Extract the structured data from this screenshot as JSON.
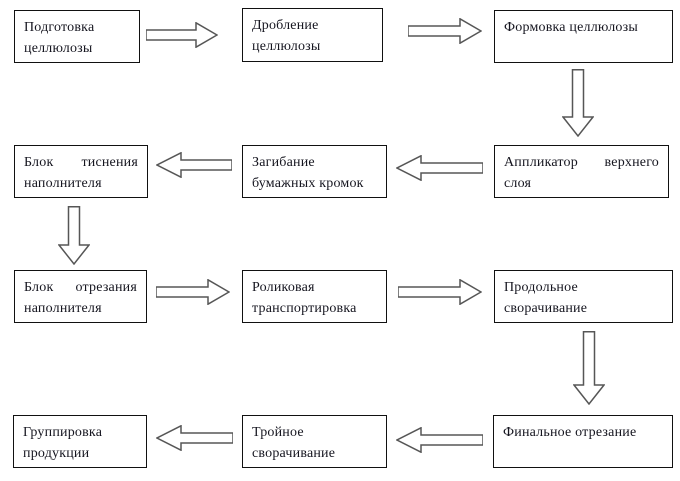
{
  "diagram": {
    "type": "flowchart",
    "description": "Production process flow diagram (Russian)",
    "colors": {
      "background": "#ffffff",
      "box_border": "#111111",
      "box_fill": "#ffffff",
      "arrow_outline": "#565656",
      "arrow_fill": "#ffffff",
      "text": "#15151f"
    },
    "nodes": [
      {
        "id": 1,
        "label": "Подготовка целлюлозы"
      },
      {
        "id": 2,
        "label": "Дробление целлюлозы"
      },
      {
        "id": 3,
        "label": "Формовка целлюлозы"
      },
      {
        "id": 4,
        "label": "Аппликатор верхнего слоя"
      },
      {
        "id": 5,
        "label": "Загибание бумажных кромок"
      },
      {
        "id": 6,
        "label": "Блок тиснения наполнителя"
      },
      {
        "id": 7,
        "label": "Блок отрезания наполнителя"
      },
      {
        "id": 8,
        "label": "Роликовая транспортировка"
      },
      {
        "id": 9,
        "label": "Продольное сворачивание"
      },
      {
        "id": 10,
        "label": "Финальное отрезание"
      },
      {
        "id": 11,
        "label": "Тройное сворачивание"
      },
      {
        "id": 12,
        "label": "Группировка продукции"
      }
    ],
    "edges": [
      {
        "from": "Подготовка целлюлозы",
        "to": "Дробление целлюлозы",
        "direction": "right"
      },
      {
        "from": "Дробление целлюлозы",
        "to": "Формовка целлюлозы",
        "direction": "right"
      },
      {
        "from": "Формовка целлюлозы",
        "to": "Аппликатор верхнего слоя",
        "direction": "down"
      },
      {
        "from": "Аппликатор верхнего слоя",
        "to": "Загибание бумажных кромок",
        "direction": "left"
      },
      {
        "from": "Загибание бумажных кромок",
        "to": "Блок тиснения наполнителя",
        "direction": "left"
      },
      {
        "from": "Блок тиснения наполнителя",
        "to": "Блок отрезания наполнителя",
        "direction": "down"
      },
      {
        "from": "Блок отрезания наполнителя",
        "to": "Роликовая транспортировка",
        "direction": "right"
      },
      {
        "from": "Роликовая транспортировка",
        "to": "Продольное сворачивание",
        "direction": "right"
      },
      {
        "from": "Продольное сворачивание",
        "to": "Финальное отрезание",
        "direction": "down"
      },
      {
        "from": "Финальное отрезание",
        "to": "Тройное сворачивание",
        "direction": "left"
      },
      {
        "from": "Тройное сворачивание",
        "to": "Группировка продукции",
        "direction": "left"
      }
    ]
  }
}
